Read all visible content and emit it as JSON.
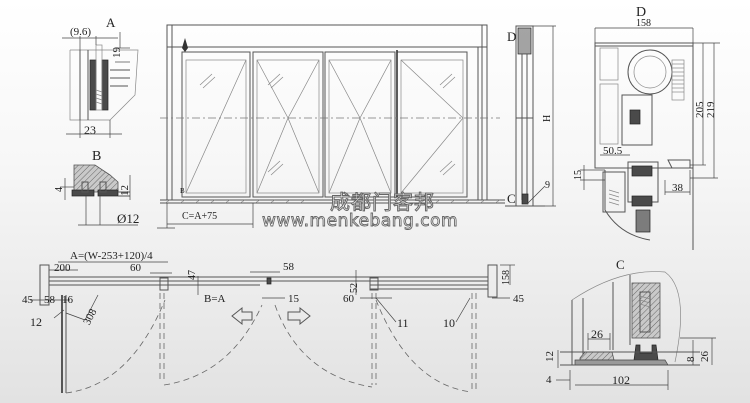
{
  "detail_a": {
    "label": "A",
    "dim_top": "(9.6)",
    "dim_side": "19",
    "dim_bottom": "23"
  },
  "detail_b": {
    "label": "B",
    "dim_left": "4",
    "dim_right": "12",
    "dim_bottom": "Ø12"
  },
  "elevation": {
    "dim_bottom": "C=A+75",
    "label_b_small": "B"
  },
  "side_section": {
    "label_top": "D",
    "label_bottom": "C",
    "dim_height": "H",
    "dim_bottom": "9"
  },
  "detail_d": {
    "label": "D",
    "dim_width": "158",
    "dim_h1": "205",
    "dim_h2": "219",
    "dim_50_5": "50.5",
    "dim_15": "15",
    "dim_38": "38"
  },
  "plan": {
    "formula": "A=(W-253+120)/4",
    "dim_200": "200",
    "dim_60_left": "60",
    "dim_47": "47",
    "dim_58_center": "58",
    "dim_b_eq_a": "B=A",
    "dim_45_left": "45",
    "dim_58_left": "58",
    "dim_16": "16",
    "dim_12": "12",
    "dim_308": "308",
    "dim_15": "15",
    "dim_52": "52",
    "dim_60_right": "60",
    "dim_11": "11",
    "dim_10": "10",
    "dim_158": "158",
    "dim_45_right": "45"
  },
  "detail_c": {
    "label": "C",
    "dim_26_top": "26",
    "dim_12": "12",
    "dim_4": "4",
    "dim_102": "102",
    "dim_8": "8",
    "dim_26_right": "26"
  },
  "watermark": {
    "cn": "成都门客邦",
    "url": "www.menkebang.com"
  }
}
